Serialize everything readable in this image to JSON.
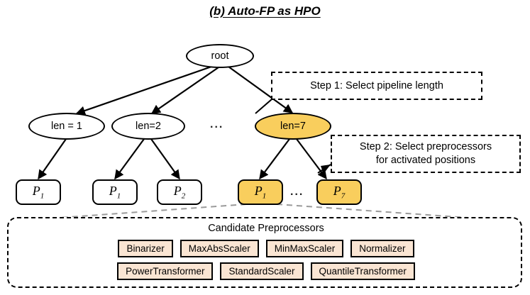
{
  "title": "(b) Auto-FP as HPO",
  "colors": {
    "highlight": "#F9CE5D",
    "chip_fill": "#FAE5D3",
    "stroke": "#000000",
    "dashed_gray": "#9a9a9a"
  },
  "tree": {
    "root": {
      "label": "root"
    },
    "level1": [
      {
        "label": "len = 1",
        "highlight": false
      },
      {
        "label": "len=2",
        "highlight": false
      },
      {
        "label": "...",
        "is_ellipsis": true
      },
      {
        "label": "len=7",
        "highlight": true
      }
    ],
    "leaves": [
      {
        "label": "P",
        "sub": "1",
        "highlight": false
      },
      {
        "label": "P",
        "sub": "1",
        "highlight": false
      },
      {
        "label": "P",
        "sub": "2",
        "highlight": false
      },
      {
        "label": "P",
        "sub": "1",
        "highlight": true
      },
      {
        "label": "...",
        "is_ellipsis": true
      },
      {
        "label": "P",
        "sub": "7",
        "highlight": true
      }
    ]
  },
  "steps": [
    {
      "line1": "Step 1: Select pipeline length",
      "line2": ""
    },
    {
      "line1": "Step 2: Select preprocessors",
      "line2": "for activated positions"
    }
  ],
  "candidates": {
    "title": "Candidate Preprocessors",
    "rows": [
      [
        "Binarizer",
        "MaxAbsScaler",
        "MinMaxScaler",
        "Normalizer"
      ],
      [
        "PowerTransformer",
        "StandardScaler",
        "QuantileTransformer"
      ]
    ]
  }
}
